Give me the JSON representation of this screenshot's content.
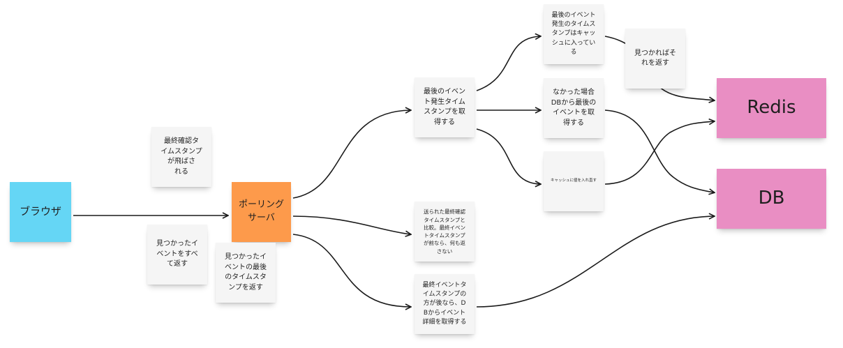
{
  "nodes": {
    "browser": "ブラウザ",
    "polling_server": "ポーリング\nサーバ",
    "redis": "Redis",
    "db": "DB",
    "note_last_confirm": "最終確認タ\nイムスタンプ\nが飛ばさ\nれる",
    "note_return_all": "見つかったイ\nベントをすべ\nて返す",
    "note_return_last_ts": "見つかったイ\nベントの最後\nのタイムスタ\nンプを返す",
    "note_get_last_ts": "最後のイベン\nト発生タイム\nスタンプを取\n得する",
    "note_cached": "最後のイベント\n発生のタイムス\nタンプはキャッ\nシュに入ってい\nる",
    "note_return_found": "見つかればそ\nれを返す",
    "note_not_found": "なかった場合\nDBから最後の\nイベントを取\n得する",
    "note_cache_put": "キャッシュに値を入れ直す",
    "note_compare": "送られた最終確認\nタイムスタンプと\n比較。最終イベン\nトタイムスタンプ\nが前なら、何も返\nさない",
    "note_fetch_detail": "最終イベントタ\nイムスタンプの\n方が後なら、D\nBからイベント\n詳細を取得する"
  },
  "colors": {
    "browser": "#65d6f5",
    "polling_server": "#fd9a4b",
    "store": "#e98ec3",
    "note": "#f5f5f5",
    "arrow": "#1a1a1a"
  }
}
